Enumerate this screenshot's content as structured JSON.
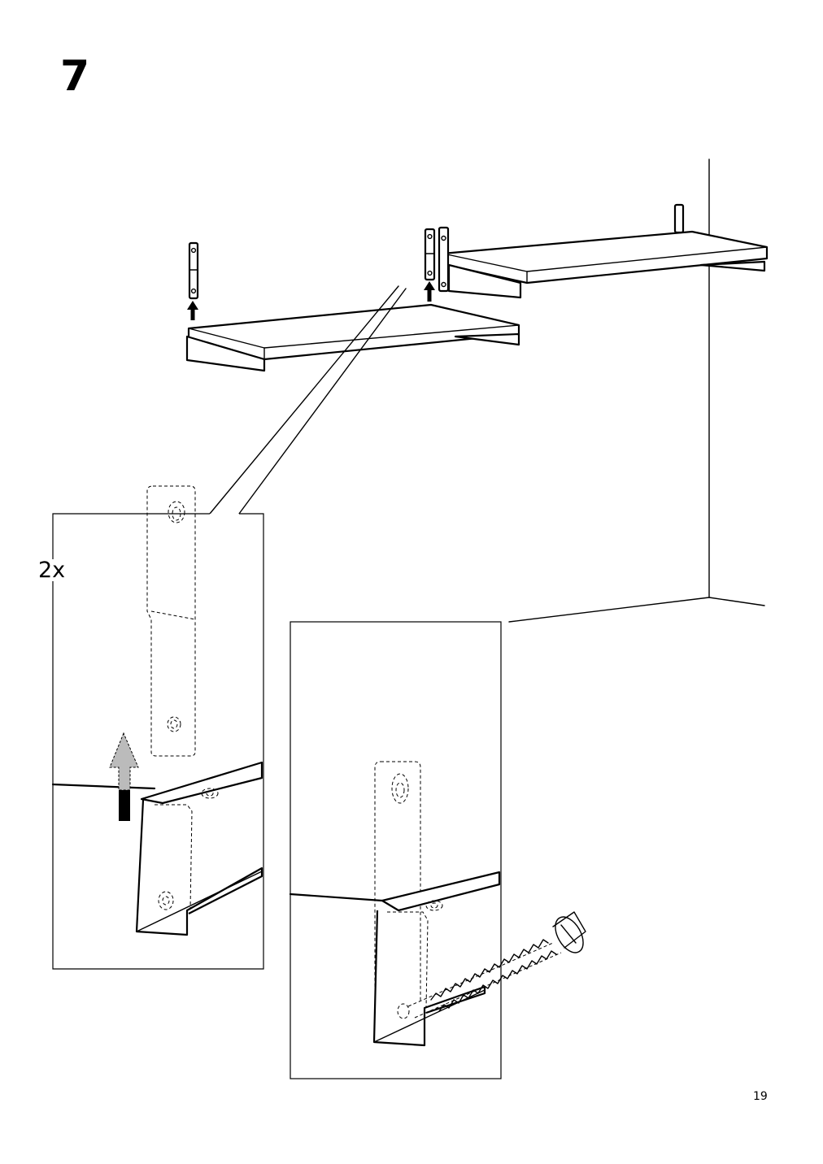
{
  "step": {
    "number": "7"
  },
  "detail": {
    "quantity": "2x"
  },
  "page": {
    "number": "19"
  }
}
